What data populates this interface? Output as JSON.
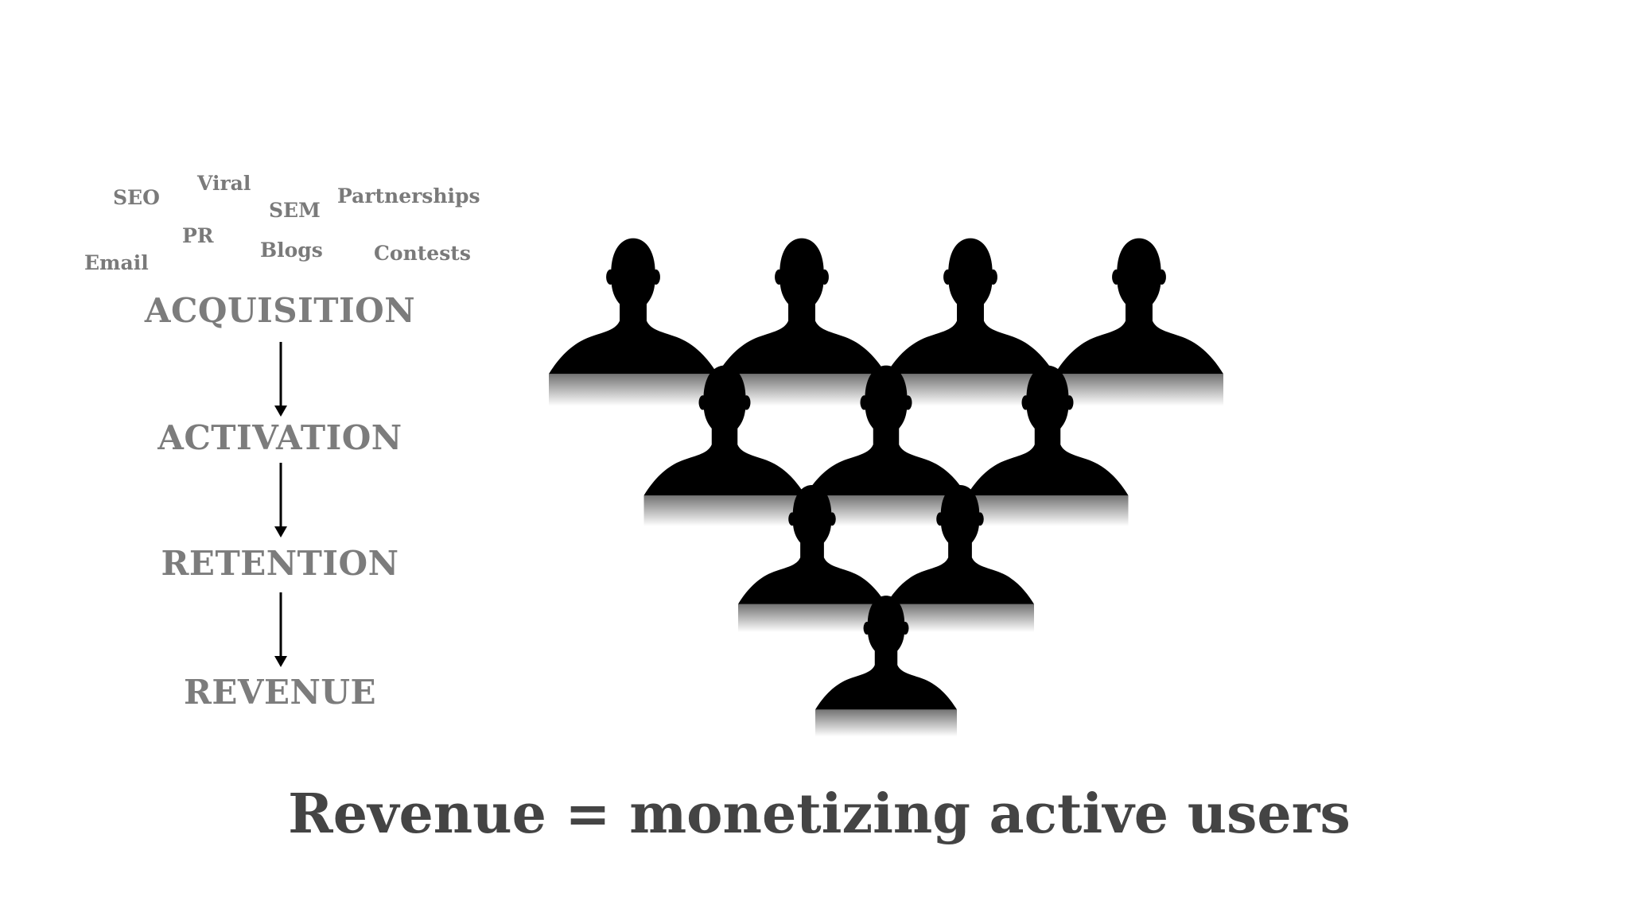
{
  "channels": [
    {
      "label": "SEO"
    },
    {
      "label": "Viral"
    },
    {
      "label": "SEM"
    },
    {
      "label": "Partnerships"
    },
    {
      "label": "PR"
    },
    {
      "label": "Email"
    },
    {
      "label": "Blogs"
    },
    {
      "label": "Contests"
    }
  ],
  "funnel": {
    "stages": [
      "ACQUISITION",
      "ACTIVATION",
      "RETENTION",
      "REVENUE"
    ]
  },
  "users_pyramid": {
    "row_counts": [
      4,
      3,
      2,
      1
    ],
    "icon": "user-silhouette-icon",
    "color": "#000000"
  },
  "caption": "Revenue = monetizing active users",
  "colors": {
    "background": "#ffffff",
    "channel_text": "#7a7a7a",
    "stage_text": "#7c7c7c",
    "caption_text": "#444444",
    "arrow": "#000000"
  }
}
